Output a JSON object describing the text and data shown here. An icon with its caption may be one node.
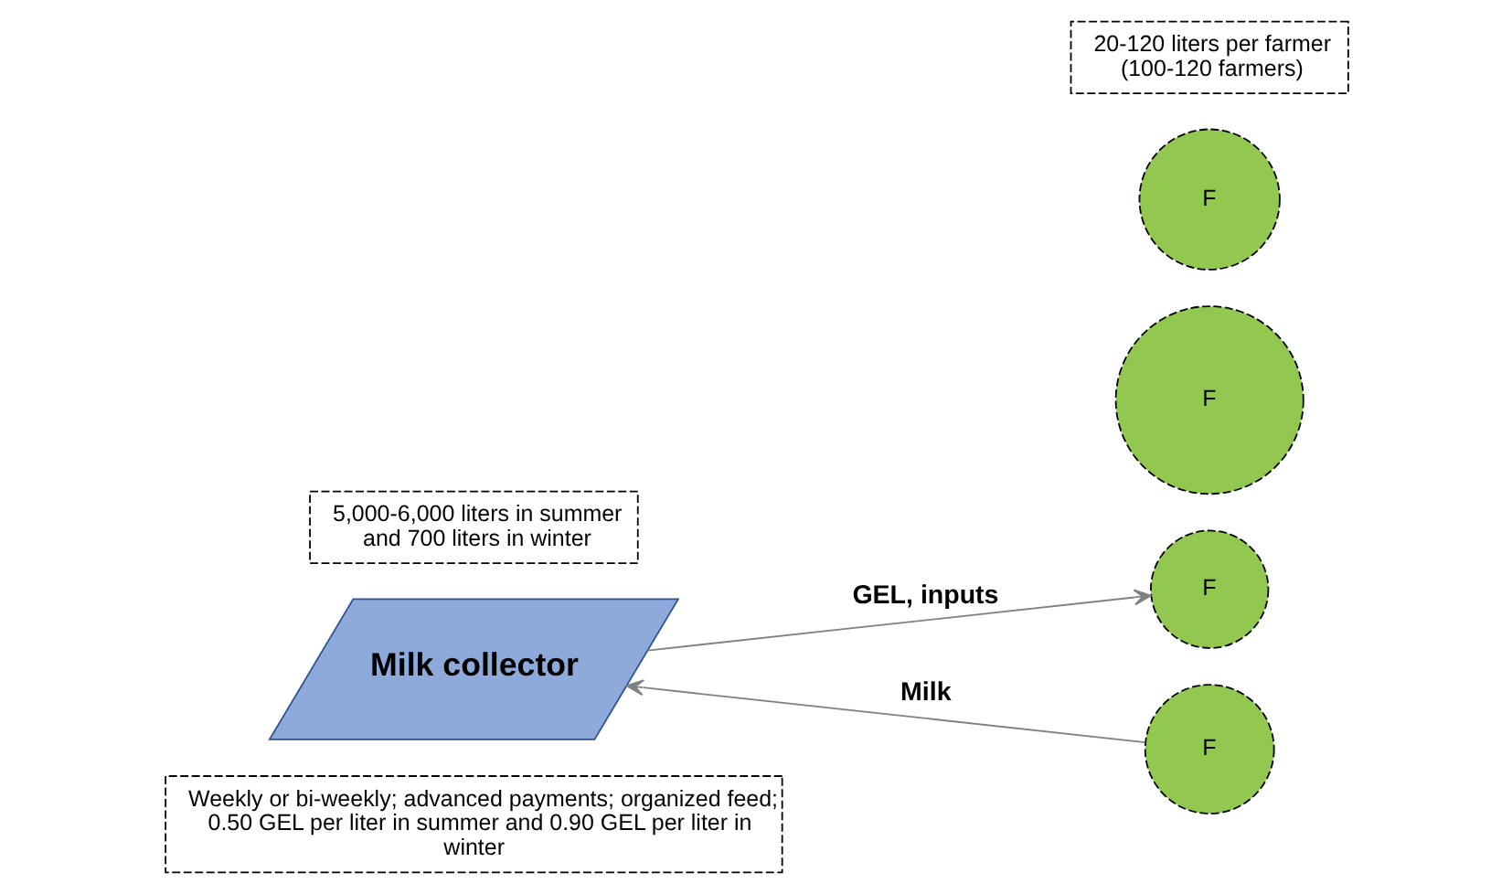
{
  "diagram": {
    "nodes": [
      {
        "text": [
          "Weekly or bi-weekly; advanced payments; organized feed; 0.50 GEL per liter in summer and 0.90 GEL per liter in winter"
        ]
      },
      {
        "text": [
          "Milk collector"
        ]
      },
      {
        "text": [
          "F"
        ]
      },
      {
        "text": [
          "F"
        ]
      },
      {
        "text": [
          "F"
        ]
      },
      {
        "text": [
          "F"
        ]
      },
      {
        "text": [
          "5,000-6,000 liters in summer and 700 liters in winter"
        ]
      },
      {
        "text": [
          "20-120 liters per farmer (100-120 farmers)"
        ]
      }
    ],
    "edges": [
      {
        "from": 1,
        "to": 2,
        "arrow": "to",
        "label": "GEL, inputs"
      },
      {
        "from": 4,
        "to": 1,
        "arrow": "to",
        "label": "Milk"
      }
    ]
  }
}
